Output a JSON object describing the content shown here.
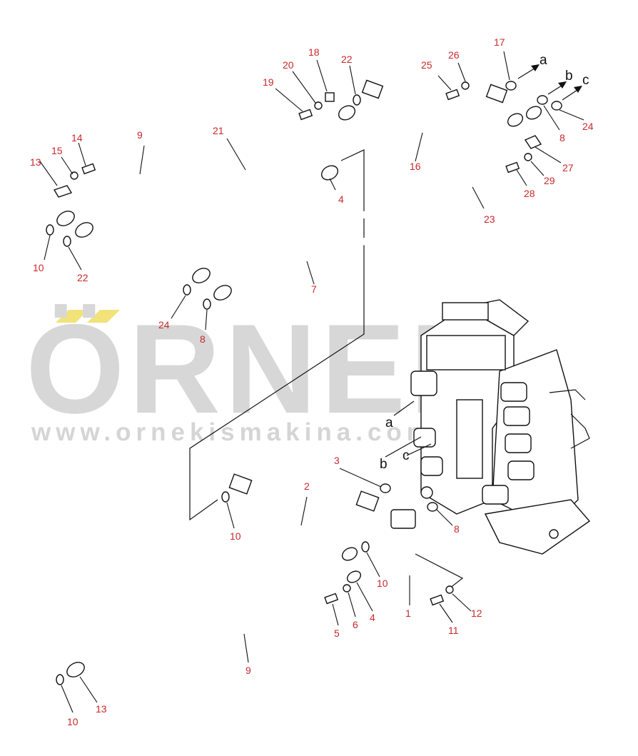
{
  "watermark": {
    "brand": "ÖRNEK",
    "url": "www.ornekismakina.com.tr",
    "brand_color": "#d7d7d7",
    "accent_color": "#f2e27a"
  },
  "callout_color": "#c8282a",
  "callouts": {
    "c1": "1",
    "c2": "2",
    "c3": "3",
    "c4a": "4",
    "c4b": "4",
    "c5": "5",
    "c6": "6",
    "c7": "7",
    "c8a": "8",
    "c8b": "8",
    "c8c": "8",
    "c9a": "9",
    "c9b": "9",
    "c10a": "10",
    "c10b": "10",
    "c10c": "10",
    "c10d": "10",
    "c11": "11",
    "c12": "12",
    "c13a": "13",
    "c13b": "13",
    "c14": "14",
    "c15": "15",
    "c16": "16",
    "c17": "17",
    "c18": "18",
    "c19": "19",
    "c20": "20",
    "c21": "21",
    "c22a": "22",
    "c22b": "22",
    "c23": "23",
    "c24a": "24",
    "c24b": "24",
    "c25": "25",
    "c26": "26",
    "c27": "27",
    "c28": "28",
    "c29": "29"
  },
  "port_letters": {
    "a_top": "a",
    "b_top": "b",
    "c_top": "c",
    "a_valve": "a",
    "b_valve": "b",
    "c_valve": "c"
  }
}
